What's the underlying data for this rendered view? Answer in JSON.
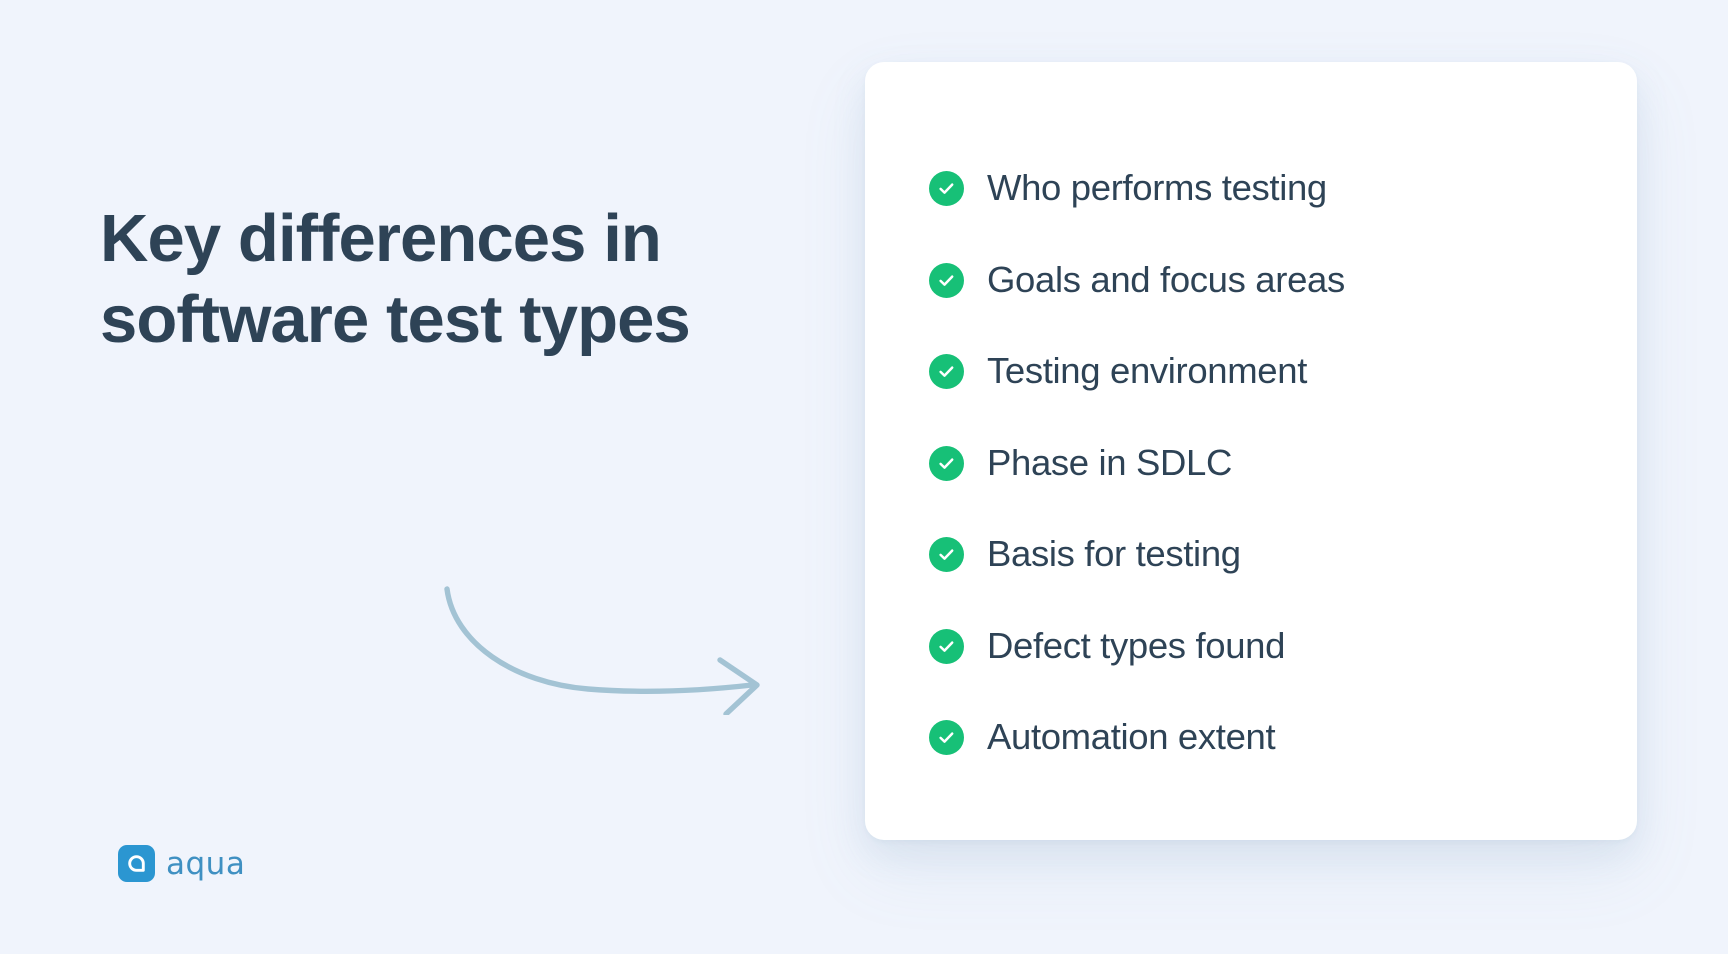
{
  "background_color": "#f0f4fc",
  "heading": {
    "text": "Key differences in\nsoftware test types",
    "color": "#2e4356"
  },
  "decorative": {
    "arrow_icon": "curved-arrow-icon",
    "arrow_color": "#a3c3d4"
  },
  "brand": {
    "mark_icon": "aqua-logo-mark-icon",
    "mark_color": "#2b96d1",
    "wordmark": "aqua",
    "wordmark_color": "#3f90c2"
  },
  "card": {
    "background_color": "#ffffff",
    "check_color": "#17c077",
    "items": [
      {
        "label": "Who performs testing",
        "icon": "check-circle-icon"
      },
      {
        "label": "Goals and focus areas",
        "icon": "check-circle-icon"
      },
      {
        "label": "Testing environment",
        "icon": "check-circle-icon"
      },
      {
        "label": "Phase in SDLC",
        "icon": "check-circle-icon"
      },
      {
        "label": "Basis for testing",
        "icon": "check-circle-icon"
      },
      {
        "label": "Defect types found",
        "icon": "check-circle-icon"
      },
      {
        "label": "Automation extent",
        "icon": "check-circle-icon"
      }
    ]
  }
}
